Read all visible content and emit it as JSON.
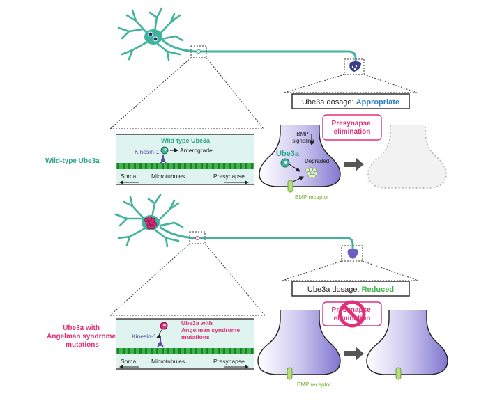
{
  "top": {
    "row_label": "Wild-type Ube3a",
    "axon_box_title": "Wild-type Ube3a",
    "kinesin_label": "Kinesin-1",
    "anterograde_label": "Anterograde",
    "microtubules_label": "Microtubules",
    "soma_label": "Soma",
    "presynapse_label": "Presynapse",
    "dosage_prefix": "Ube3a dosage: ",
    "dosage_value": "Appropriate",
    "bmp_signaling_label": "BMP\nsignaling",
    "ube3a_label": "Ube3a",
    "degraded_label": "Degraded",
    "elimination_label": "Presynapse\nelimination",
    "bmp_receptor_label": "BMP receptor"
  },
  "bottom": {
    "row_label": "Ube3a with\nAngelman syndrome\nmutations",
    "kinesin_label": "Kinesin-1",
    "mutant_label": "Ube3a with\nAngelman syndrome\nmutations",
    "microtubules_label": "Microtubules",
    "soma_label": "Soma",
    "presynapse_label": "Presynapse",
    "dosage_prefix": "Ube3a dosage: ",
    "dosage_value": "Reduced",
    "elimination_label": "Presynapse\nelimination",
    "bmp_receptor_label": "BMP receptor"
  },
  "colors": {
    "neuron": "#3fb39b",
    "axon_box_fill": "#dff3ef",
    "axon_box_title": "#2aa58c",
    "microtubule": "#3db54a",
    "kinesin": "#5b4aa3",
    "terminal_fill": "#8f85d6",
    "wildtype_label": "#2aa58c",
    "angelman_label": "#e0307a",
    "appropriate": "#2f7fc1",
    "reduced": "#3db54a",
    "elimination": "#e0307a",
    "bmp_receptor": "#8bc34a",
    "block_icon": "#e0307a",
    "arrow": "#555555"
  }
}
